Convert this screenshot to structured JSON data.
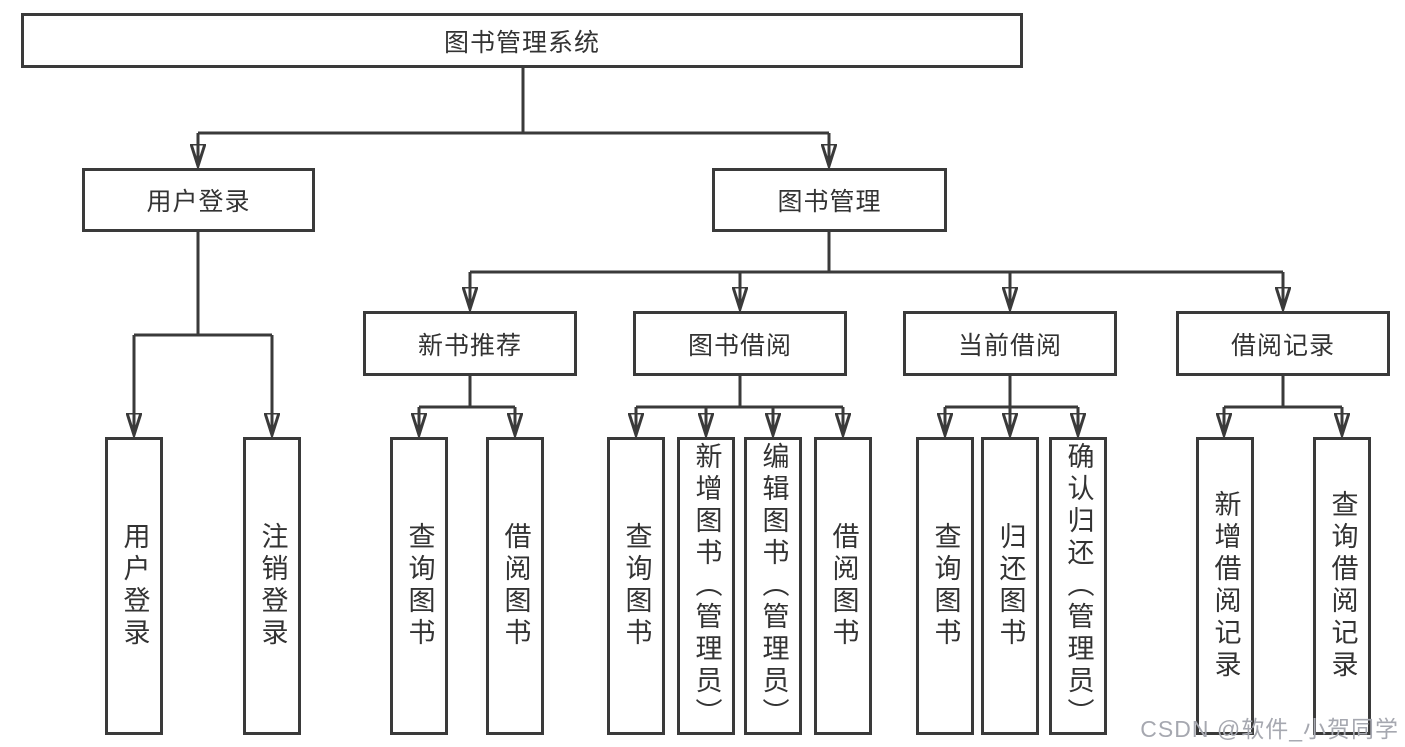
{
  "diagram": {
    "root": {
      "label": "图书管理系统"
    },
    "level2": [
      {
        "label": "用户登录"
      },
      {
        "label": "图书管理"
      }
    ],
    "level3": [
      {
        "label": "新书推荐",
        "parent": "图书管理"
      },
      {
        "label": "图书借阅",
        "parent": "图书管理"
      },
      {
        "label": "当前借阅",
        "parent": "图书管理"
      },
      {
        "label": "借阅记录",
        "parent": "图书管理"
      }
    ],
    "leaves": [
      {
        "label": "用户登录",
        "parent": "用户登录"
      },
      {
        "label": "注销登录",
        "parent": "用户登录"
      },
      {
        "label": "查询图书",
        "parent": "新书推荐"
      },
      {
        "label": "借阅图书",
        "parent": "新书推荐"
      },
      {
        "label": "查询图书",
        "parent": "图书借阅"
      },
      {
        "label": "新增图书（管理员）",
        "parent": "图书借阅"
      },
      {
        "label": "编辑图书（管理员）",
        "parent": "图书借阅"
      },
      {
        "label": "借阅图书",
        "parent": "图书借阅"
      },
      {
        "label": "查询图书",
        "parent": "当前借阅"
      },
      {
        "label": "归还图书",
        "parent": "当前借阅"
      },
      {
        "label": "确认归还（管理员）",
        "parent": "当前借阅"
      },
      {
        "label": "新增借阅记录",
        "parent": "借阅记录"
      },
      {
        "label": "查询借阅记录",
        "parent": "借阅记录"
      }
    ],
    "watermark": "CSDN @软件_小贺同学",
    "colors": {
      "line": "#3a3a3a",
      "text": "#333333",
      "watermark": "#a6a8b0",
      "background": "#ffffff"
    }
  }
}
